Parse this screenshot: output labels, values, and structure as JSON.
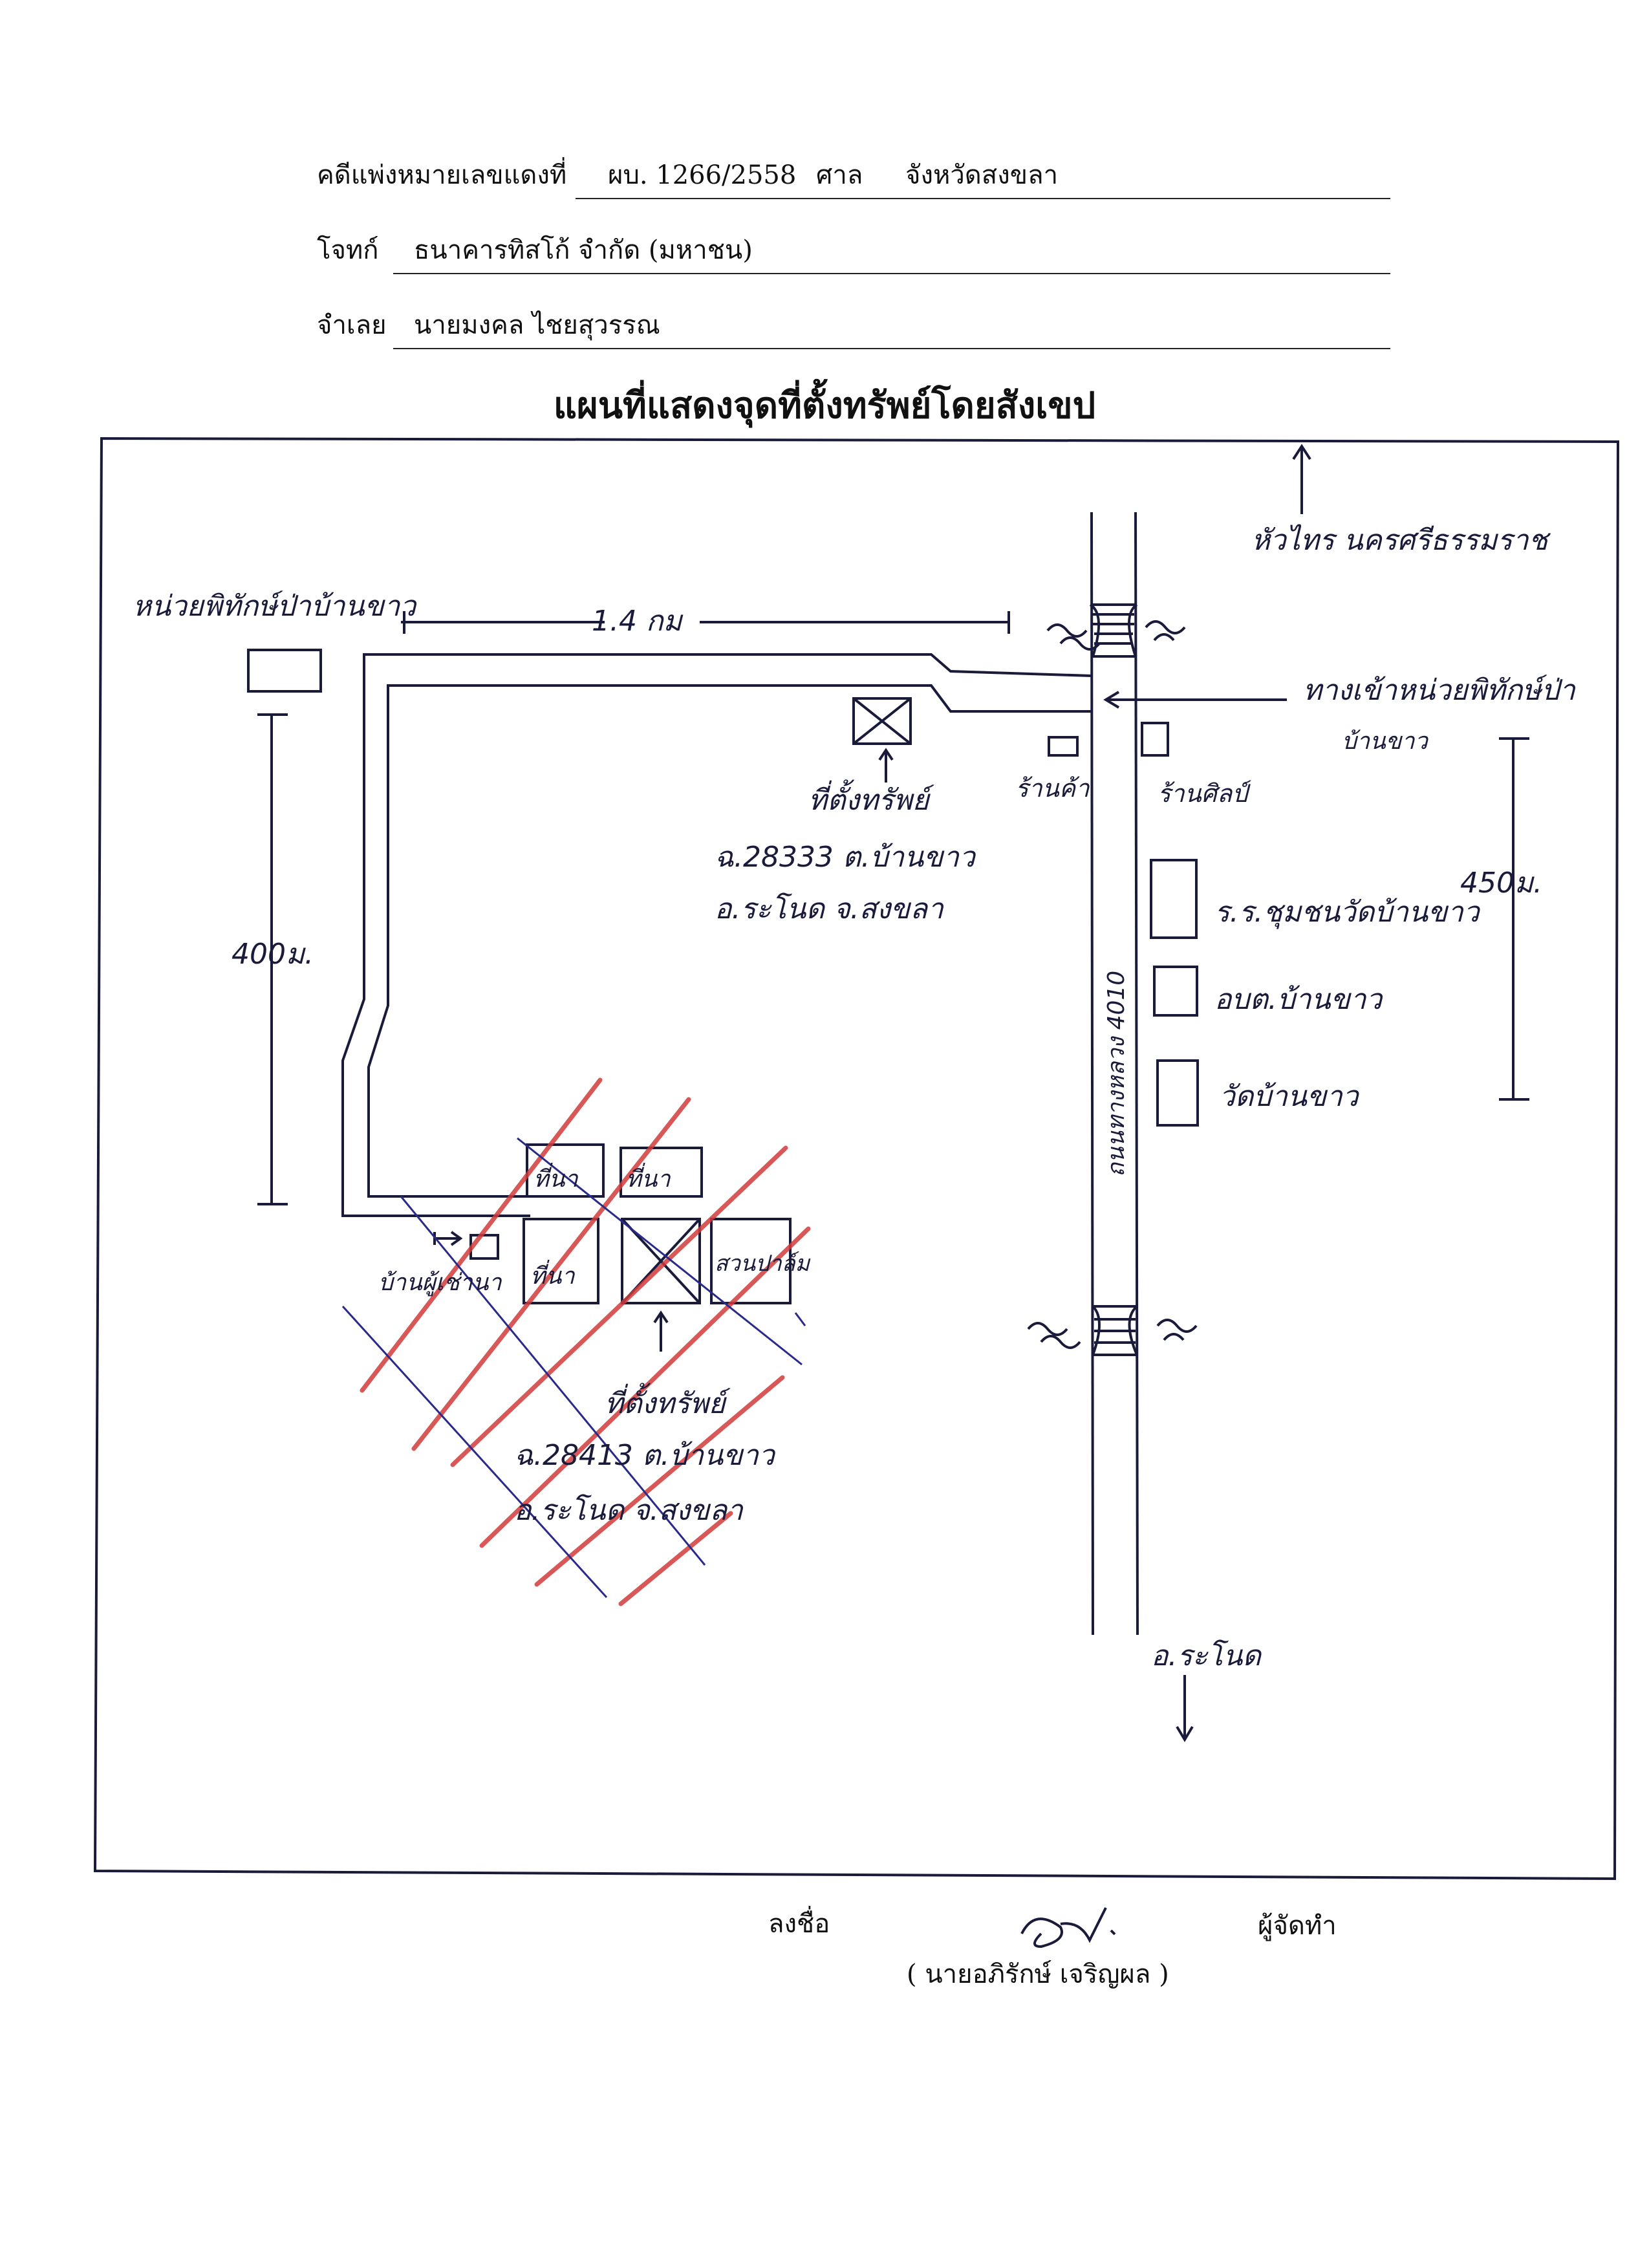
{
  "header": {
    "case_label": "คดีแพ่งหมายเลขแดงที่",
    "case_number": "ผบ. 1266/2558",
    "court_label": "ศาล",
    "court_name": "จังหวัดสงขลา",
    "plaintiff_label": "โจทก์",
    "plaintiff_name": "ธนาคารทิสโก้ จำกัด (มหาชน)",
    "defendant_label": "จำเลย",
    "defendant_name": "นายมงคล ไชยสุวรรณ"
  },
  "title": "แผนที่แสดงจุดที่ตั้งทรัพย์โดยสังเขป",
  "map": {
    "north_label": "หัวไทร นครศรีธรรมราช",
    "south_label": "อ.ระโนด",
    "left_landmark": "หน่วยพิทักษ์ป่าบ้านขาว",
    "distance_top": "1.4 กม",
    "distance_left": "400ม.",
    "distance_right": "450ม.",
    "entrance_label": "ทางเข้าหน่วยพิทักษ์ป่า",
    "entrance_label_2": "บ้านขาว",
    "highway_label": "ถนนทางหลวง 4010",
    "shop1": "ร้านค้า",
    "shop2": "ร้านศิลป์",
    "school": "ร.ร.ชุมชนวัดบ้านขาว",
    "tao": "อบต.บ้านขาว",
    "temple": "วัดบ้านขาว",
    "property1": {
      "label": "ที่ตั้งทรัพย์",
      "deed": "ฉ.28333 ต.บ้านขาว",
      "district": "อ.ระโนด จ.สงขลา"
    },
    "property2": {
      "label": "ที่ตั้งทรัพย์",
      "deed": "ฉ.28413 ต.บ้านขาว",
      "district": "อ.ระโนด จ.สงขลา"
    },
    "land_boxes": [
      "ที่นา",
      "ที่นา",
      "ที่นา",
      "สวนปาล์ม"
    ],
    "house_neighbor": "บ้านผู้เช่านา",
    "ink_color": "#1a1a3a",
    "hatch_red": "#d23a3a",
    "hatch_blue": "#2a2a8a"
  },
  "footer": {
    "sign_label": "ลงชื่อ",
    "role": "ผู้จัดทำ",
    "name": "( นายอภิรักษ์ เจริญผล )"
  }
}
